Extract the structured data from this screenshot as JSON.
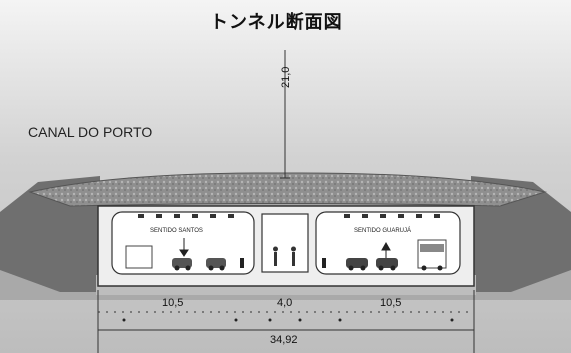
{
  "title": "トンネル断面図",
  "canal_label": "CANAL DO PORTO",
  "depth_dim": "21,0",
  "left_bore_label": "SENTIDO SANTOS",
  "right_bore_label": "SENTIDO GUARUJÁ",
  "dims": {
    "left": "10,5",
    "middle": "4,0",
    "right": "10,5",
    "total": "34,92"
  },
  "colors": {
    "water": "#cfcfcf",
    "rock_band": "#9a9a9a",
    "structure": "#ffffff",
    "outline": "#333333"
  }
}
